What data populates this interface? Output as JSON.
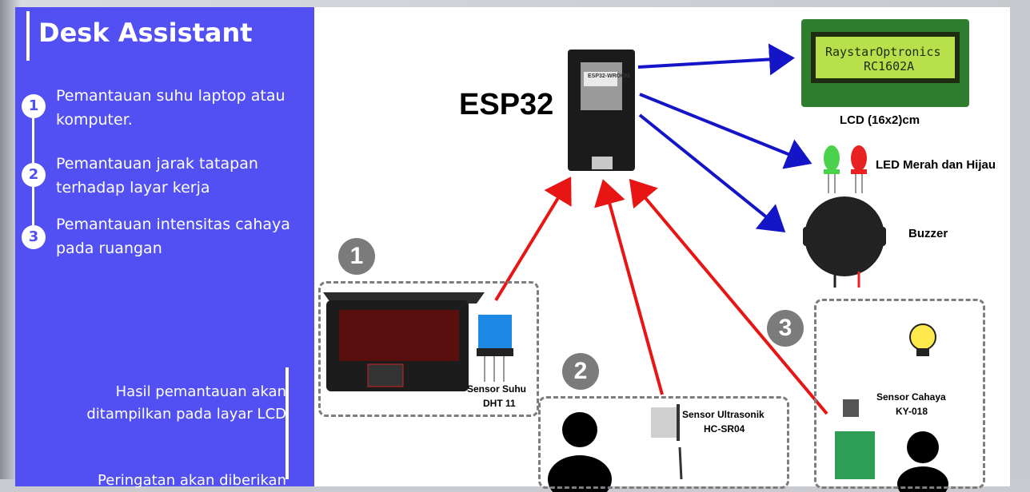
{
  "panel": {
    "title": "Desk Assistant",
    "steps": [
      {
        "num": "1",
        "text": "Pemantauan suhu laptop atau komputer."
      },
      {
        "num": "2",
        "text": "Pemantauan jarak tatapan terhadap layar kerja"
      },
      {
        "num": "3",
        "text": "Pemantauan intensitas cahaya pada ruangan"
      }
    ],
    "result_text": "Hasil pemantauan akan ditampilkan pada layar LCD",
    "cut_text": "Peringatan akan diberikan"
  },
  "diagram": {
    "controller": "ESP32",
    "lcd_line1": "RaystarOptronics",
    "lcd_line2": "RC1602A",
    "lcd_label": "LCD (16x2)cm",
    "led_label": "LED Merah dan Hijau",
    "buzzer_label": "Buzzer",
    "chip_text": "ESP32-WROOM",
    "group_nums": [
      "1",
      "2",
      "3"
    ],
    "dht_label_1": "Sensor Suhu",
    "dht_label_2": "DHT 11",
    "ultra_label_1": "Sensor Ultrasonik",
    "ultra_label_2": "HC-SR04",
    "light_label_1": "Sensor Cahaya",
    "light_label_2": "KY-018"
  },
  "colors": {
    "panel": "#5250f3",
    "out_arrow": "#1515c8",
    "in_arrow": "#e81515",
    "lcd": "#b7e04a"
  }
}
